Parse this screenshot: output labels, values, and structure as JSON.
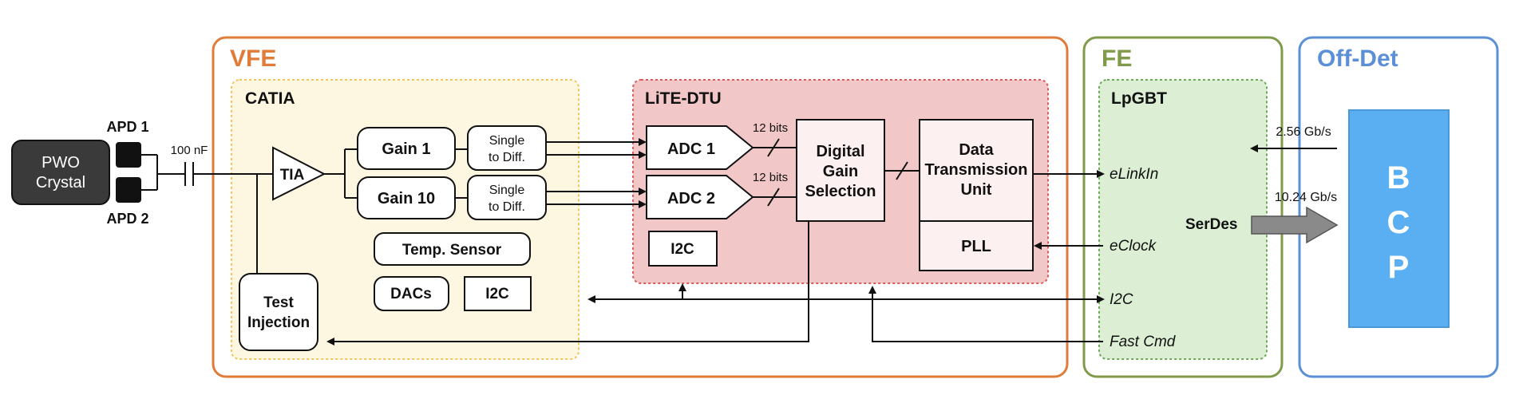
{
  "regions": {
    "vfe": {
      "title": "VFE",
      "color": "#e07b39"
    },
    "fe": {
      "title": "FE",
      "color": "#7f9a48"
    },
    "offdet": {
      "title": "Off-Det",
      "color": "#5b8fd6"
    }
  },
  "sub": {
    "catia": "CATIA",
    "litedtu": "LiTE-DTU",
    "lpgbt": "LpGBT"
  },
  "crystal": {
    "line1": "PWO",
    "line2": "Crystal"
  },
  "apd1": "APD 1",
  "apd2": "APD 2",
  "capacitor": "100 nF",
  "tia": "TIA",
  "gain1": "Gain 1",
  "gain10": "Gain 10",
  "s2d": {
    "line1": "Single",
    "line2": "to Diff."
  },
  "temp_sensor": "Temp. Sensor",
  "dacs": "DACs",
  "i2c": "I2C",
  "test_injection": {
    "line1": "Test",
    "line2": "Injection"
  },
  "adc1": "ADC 1",
  "adc2": "ADC 2",
  "bits": "12 bits",
  "dgs": {
    "line1": "Digital",
    "line2": "Gain",
    "line3": "Selection"
  },
  "dtu": {
    "line1": "Data",
    "line2": "Transmission",
    "line3": "Unit"
  },
  "pll": "PLL",
  "signals": {
    "elinkin": "eLinkIn",
    "eclock": "eClock",
    "i2c": "I2C",
    "fastcmd": "Fast Cmd"
  },
  "serdes": "SerDes",
  "rate_down": "2.56 Gb/s",
  "rate_up": "10.24 Gb/s",
  "bcp": {
    "l1": "B",
    "l2": "C",
    "l3": "P"
  }
}
